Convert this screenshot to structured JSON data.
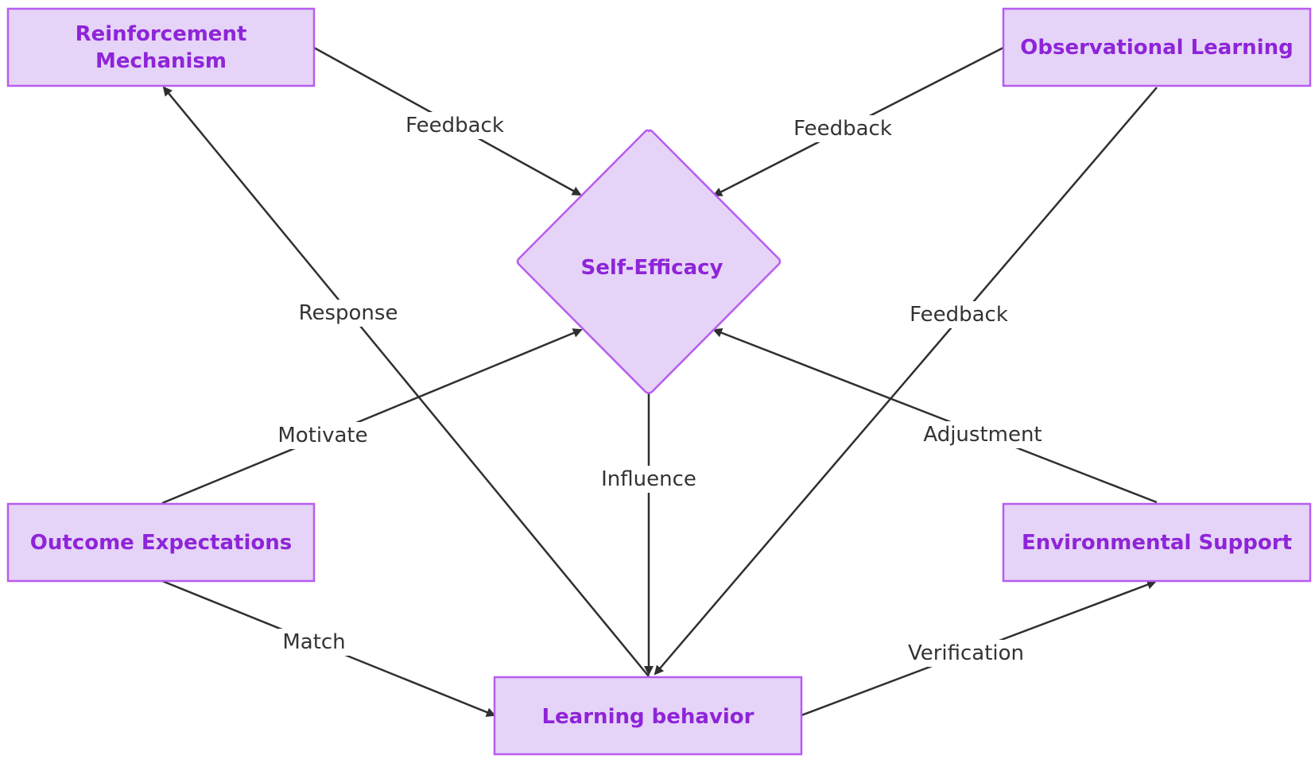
{
  "nodes": {
    "reinforcement": {
      "lines": [
        "Reinforcement",
        "Mechanism"
      ]
    },
    "observational": {
      "lines": [
        "Observational Learning"
      ]
    },
    "self_efficacy": {
      "lines": [
        "Self-Efficacy"
      ]
    },
    "outcome": {
      "lines": [
        "Outcome Expectations"
      ]
    },
    "environmental": {
      "lines": [
        "Environmental Support"
      ]
    },
    "learning": {
      "lines": [
        "Learning behavior"
      ]
    }
  },
  "edges": {
    "reinforcement_to_self": "Feedback",
    "observational_to_self": "Feedback",
    "observational_to_learning": "Feedback",
    "learning_to_reinforcement": "Response",
    "outcome_to_self": "Motivate",
    "environmental_to_self": "Adjustment",
    "self_to_learning": "Influence",
    "outcome_to_learning": "Match",
    "learning_to_environmental": "Verification"
  },
  "colors": {
    "node_fill": "#e5d4f7",
    "node_stroke": "#b85cf0",
    "node_text": "#8e24d8",
    "edge": "#2f2f2f",
    "edge_text": "#333333"
  }
}
